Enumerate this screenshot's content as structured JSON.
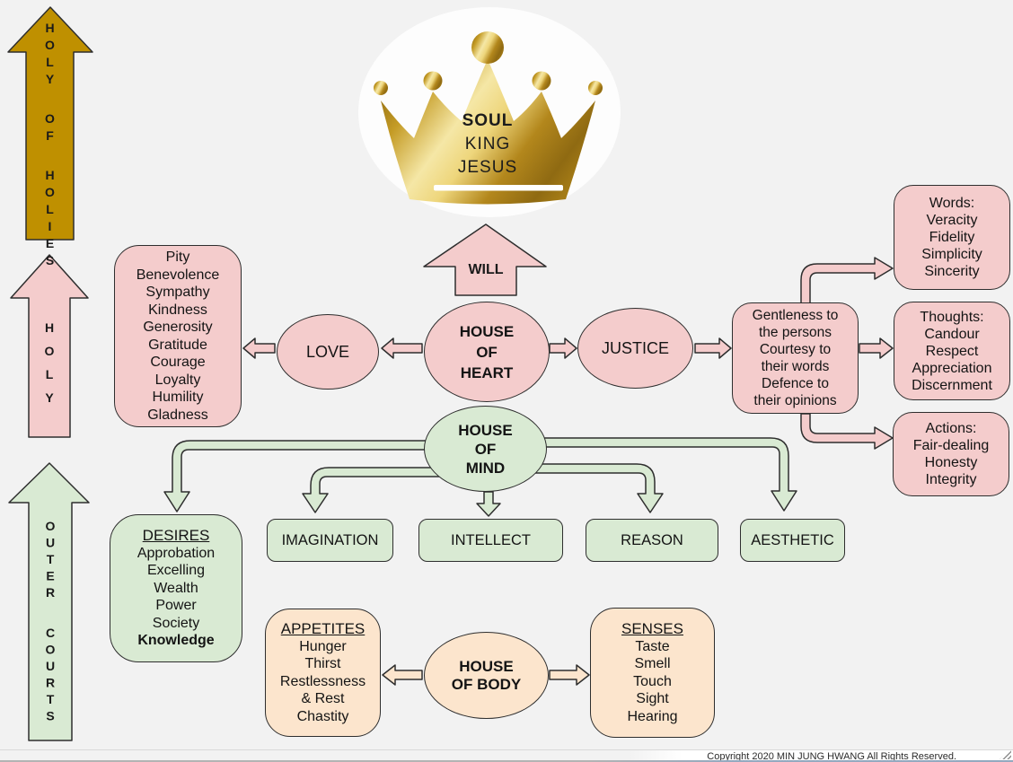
{
  "window": {
    "copyright": "Copyright 2020 MIN JUNG HWANG All Rights Reserved."
  },
  "palette": {
    "background": "#f2f2f2",
    "pink": "#f4cccc",
    "green": "#d9ead3",
    "peach": "#fce5cd",
    "gold": "#bf9000",
    "outline": "#2e2e2e"
  },
  "crown": {
    "line1": "SOUL",
    "line2": "KING",
    "line3": "JESUS"
  },
  "vertical_arrows": [
    {
      "label": "HOLY OF HOLIES"
    },
    {
      "label": "HOLY"
    },
    {
      "label": "OUTER COURTS"
    }
  ],
  "heart": {
    "will": "WILL",
    "house": {
      "l1": "HOUSE",
      "l2": "OF",
      "l3": "HEART"
    },
    "love": "LOVE",
    "justice": "JUSTICE",
    "love_virtues": [
      "Pity",
      "Benevolence",
      "Sympathy",
      "Kindness",
      "Generosity",
      "Gratitude",
      "Courage",
      "Loyalty",
      "Humility",
      "Gladness"
    ],
    "justice_principles": [
      "Gentleness to",
      "the persons",
      "Courtesy to",
      "their words",
      "Defence to",
      "their opinions"
    ],
    "words": [
      "Words:",
      "Veracity",
      "Fidelity",
      "Simplicity",
      "Sincerity"
    ],
    "thoughts": [
      "Thoughts:",
      "Candour",
      "Respect",
      "Appreciation",
      "Discernment"
    ],
    "actions": [
      "Actions:",
      "Fair-dealing",
      "Honesty",
      "Integrity"
    ]
  },
  "mind": {
    "house": {
      "l1": "HOUSE",
      "l2": "OF",
      "l3": "MIND"
    },
    "desires": {
      "title": "DESIRES",
      "items": [
        "Approbation",
        "Excelling",
        "Wealth",
        "Power",
        "Society"
      ],
      "emphasis": "Knowledge"
    },
    "faculties": [
      "IMAGINATION",
      "INTELLECT",
      "REASON",
      "AESTHETIC"
    ]
  },
  "body": {
    "house": {
      "l1": "HOUSE",
      "l2": "OF BODY"
    },
    "appetites": {
      "title": "APPETITES",
      "items": [
        "Hunger",
        "Thirst",
        "Restlessness",
        "& Rest",
        "Chastity"
      ]
    },
    "senses": {
      "title": "SENSES",
      "items": [
        "Taste",
        "Smell",
        "Touch",
        "Sight",
        "Hearing"
      ]
    }
  }
}
